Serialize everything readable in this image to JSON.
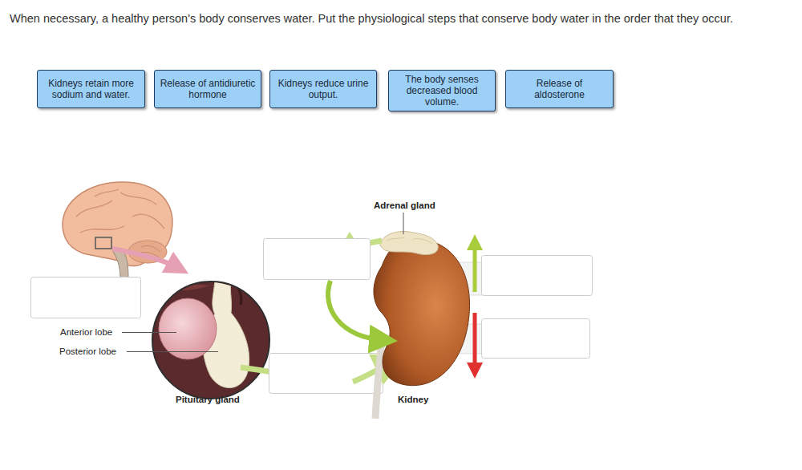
{
  "diagram": {
    "title": "When necessary, a healthy person's body conserves water. Put the physiological steps that conserve body water in the order that they occur.",
    "nodes": [
      {
        "text": [
          "Kidneys retain more sodium and water."
        ]
      },
      {
        "text": [
          "Release of antidiuretic hormone"
        ]
      },
      {
        "text": [
          "Kidneys reduce urine output."
        ]
      },
      {
        "text": [
          "The body senses decreased blood volume."
        ]
      },
      {
        "text": [
          "Release of aldosterone"
        ]
      }
    ],
    "labels": [
      "Adrenal gland",
      "Anterior lobe",
      "Posterior lobe",
      "Pituitary gland",
      "Kidney"
    ]
  }
}
